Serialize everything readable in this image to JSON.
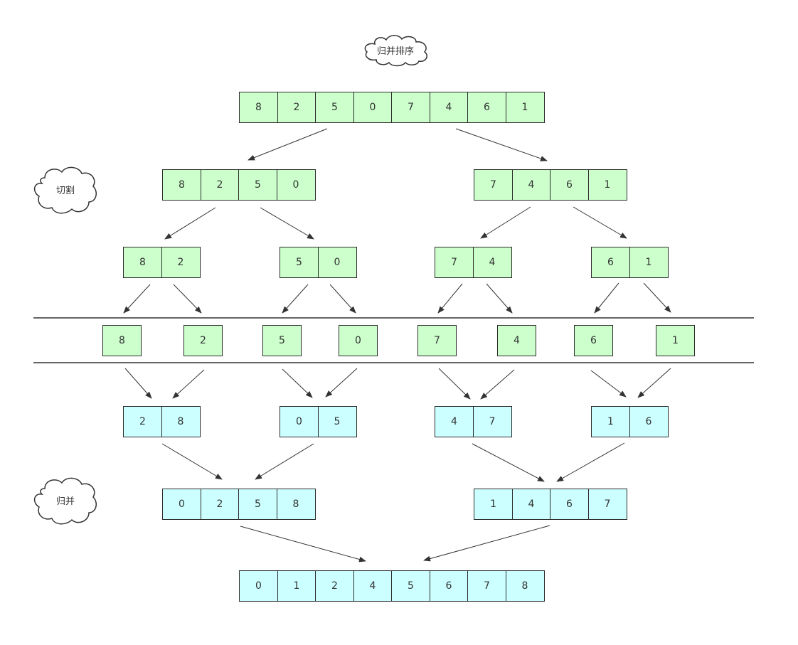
{
  "labels": {
    "title": "归并排序",
    "split": "切割",
    "merge": "归并"
  },
  "colors": {
    "split_fill": "#ccffcc",
    "merge_fill": "#ccffff",
    "stroke": "#2b2b2b"
  },
  "split_levels": [
    [
      [
        8,
        2,
        5,
        0,
        7,
        4,
        6,
        1
      ]
    ],
    [
      [
        8,
        2,
        5,
        0
      ],
      [
        7,
        4,
        6,
        1
      ]
    ],
    [
      [
        8,
        2
      ],
      [
        5,
        0
      ],
      [
        7,
        4
      ],
      [
        6,
        1
      ]
    ],
    [
      [
        8
      ],
      [
        2
      ],
      [
        5
      ],
      [
        0
      ],
      [
        7
      ],
      [
        4
      ],
      [
        6
      ],
      [
        1
      ]
    ]
  ],
  "merge_levels": [
    [
      [
        2,
        8
      ],
      [
        0,
        5
      ],
      [
        4,
        7
      ],
      [
        1,
        6
      ]
    ],
    [
      [
        0,
        2,
        5,
        8
      ],
      [
        1,
        4,
        6,
        7
      ]
    ],
    [
      [
        0,
        1,
        2,
        4,
        5,
        6,
        7,
        8
      ]
    ]
  ]
}
